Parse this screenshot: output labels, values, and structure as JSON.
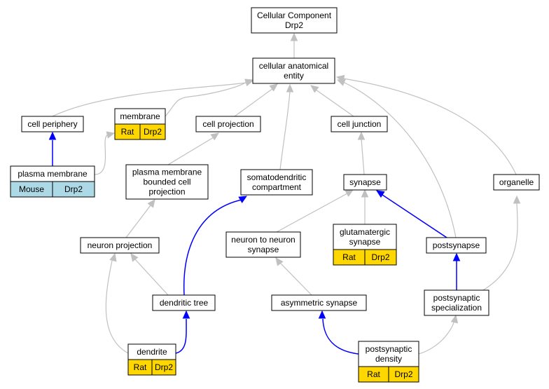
{
  "colors": {
    "edge_gray": "#c0c0c0",
    "edge_blue": "#0000ff",
    "rat_fill": "#ffd700",
    "mouse_fill": "#add8e6",
    "node_fill": "#ffffff",
    "border": "#000000"
  },
  "nodes": {
    "root": {
      "lines": [
        "Cellular Component",
        "Drp2"
      ]
    },
    "cae": {
      "lines": [
        "cellular anatomical",
        "entity"
      ]
    },
    "cell_periphery": {
      "lines": [
        "cell periphery"
      ]
    },
    "membrane": {
      "lines": [
        "membrane"
      ],
      "tags": [
        "Rat",
        "Drp2"
      ]
    },
    "cell_projection": {
      "lines": [
        "cell projection"
      ]
    },
    "cell_junction": {
      "lines": [
        "cell junction"
      ]
    },
    "plasma_membrane": {
      "lines": [
        "plasma membrane"
      ],
      "tags": [
        "Mouse",
        "Drp2"
      ]
    },
    "pmbcp": {
      "lines": [
        "plasma membrane",
        "bounded cell",
        "projection"
      ]
    },
    "somatodendritic": {
      "lines": [
        "somatodendritic",
        "compartment"
      ]
    },
    "synapse": {
      "lines": [
        "synapse"
      ]
    },
    "organelle": {
      "lines": [
        "organelle"
      ]
    },
    "neuron_projection": {
      "lines": [
        "neuron projection"
      ]
    },
    "n2n_synapse": {
      "lines": [
        "neuron to neuron",
        "synapse"
      ]
    },
    "glutamatergic": {
      "lines": [
        "glutamatergic",
        "synapse"
      ],
      "tags": [
        "Rat",
        "Drp2"
      ]
    },
    "postsynapse": {
      "lines": [
        "postsynapse"
      ]
    },
    "dendritic_tree": {
      "lines": [
        "dendritic tree"
      ]
    },
    "asymmetric": {
      "lines": [
        "asymmetric synapse"
      ]
    },
    "postsyn_spec": {
      "lines": [
        "postsynaptic",
        "specialization"
      ]
    },
    "dendrite": {
      "lines": [
        "dendrite"
      ],
      "tags": [
        "Rat",
        "Drp2"
      ]
    },
    "psd": {
      "lines": [
        "postsynaptic",
        "density"
      ],
      "tags": [
        "Rat",
        "Drp2"
      ]
    }
  }
}
